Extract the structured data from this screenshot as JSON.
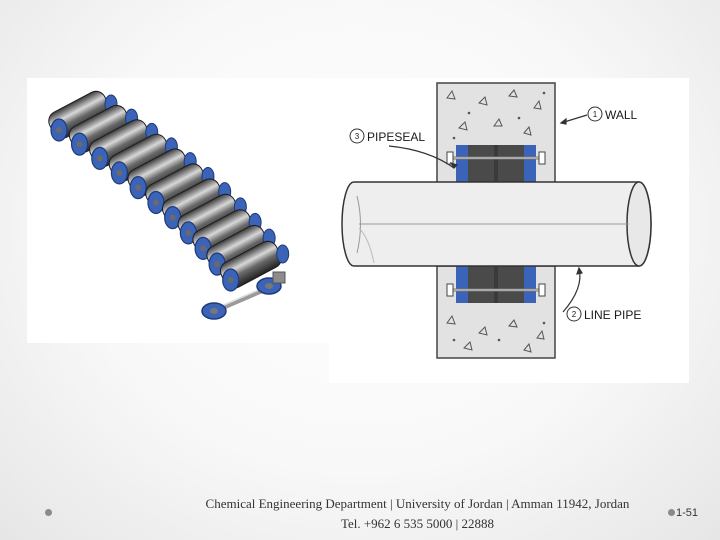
{
  "diagram": {
    "labels": [
      {
        "num": "1",
        "text": "WALL"
      },
      {
        "num": "3",
        "text": "PIPESEAL"
      },
      {
        "num": "2",
        "text": "LINE PIPE"
      }
    ]
  },
  "footer": {
    "line1": "Chemical Engineering Department | University of Jordan | Amman 11942, Jordan",
    "line2": "Tel. +962 6 535 5000 | 22888"
  },
  "slide_number": "1-51",
  "colors": {
    "seal_blue": "#3b63b8",
    "seal_rubber": "#4a4a4a",
    "pipe_fill": "#eeeeee",
    "wall_fill": "#e2e2e2"
  }
}
